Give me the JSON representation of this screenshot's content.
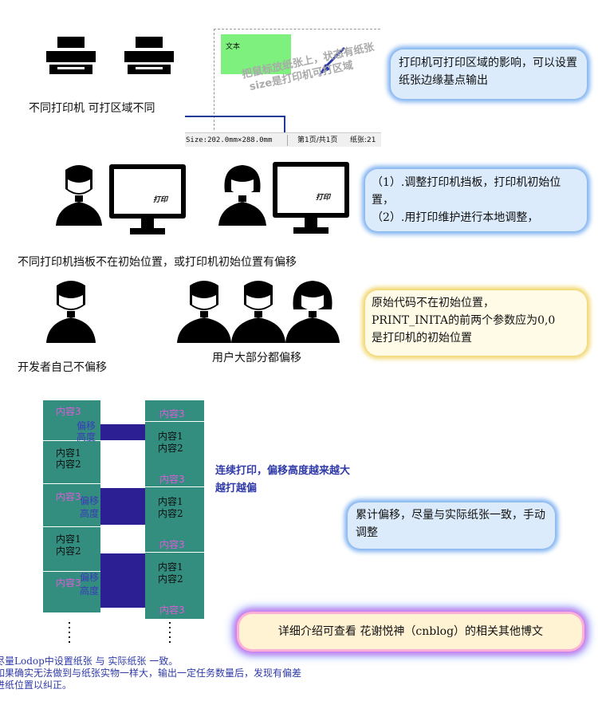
{
  "row1": {
    "caption": "不同打印机 可打区域不同",
    "screenshot": {
      "box_text": "文本",
      "overlay_text_line1": "把鼠标放纸张上，状态有纸张",
      "overlay_text_line2": "size是打印机可打区域",
      "status_size": "Size:202.0mm×288.0mm",
      "status_page": "第1页/共1页",
      "status_paper": "纸张:21"
    },
    "callout": "打印机可打印区域的影响，可以设置纸张边缘基点输出"
  },
  "row2": {
    "screen_text_1": "打印",
    "screen_text_2": "打印",
    "caption": "不同打印机挡板不在初始位置，或打印机初始位置有偏移",
    "callout_line1": "（1）.调整打印机挡板，打印机初始位置，",
    "callout_line2": "（2）.用打印维护进行本地调整，"
  },
  "row3": {
    "caption_left": "开发者自己不偏移",
    "caption_right": "用户大部分都偏移",
    "callout_line1": "原始代码不在初始位置，",
    "callout_line2": "PRINT_INITA的前两个参数应为0,0",
    "callout_line3": "是打印机的初始位置"
  },
  "diagram": {
    "content3": "内容3",
    "content1": "内容1",
    "content2": "内容2",
    "offset": "偏移",
    "height": "高度",
    "note_line1": "连续打印，偏移高度越来越大",
    "note_line2": "越打越偏"
  },
  "callout4": "累计偏移，尽量与实际纸张一致，手动调整",
  "callout5": "详细介绍可查看 花谢悦神（cnblog）的相关其他博文",
  "footer": {
    "line1": "尽量Lodop中设置纸张 与 实际纸张 一致。",
    "line2": "如果确实无法做到与纸张实物一样大，输出一定任务数量后，发现有偏差",
    "line3": "进纸位置以纠正。"
  },
  "colors": {
    "teal": "#338e80",
    "navy": "#2c1f93",
    "pink_text": "#e05ad8",
    "green_box": "#7df07d",
    "note_blue": "#2f3aa8"
  }
}
